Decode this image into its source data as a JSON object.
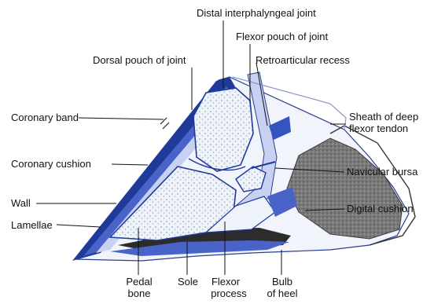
{
  "labels": {
    "distal_interphalyngeal_joint": "Distal interphalyngeal joint",
    "flexor_pouch_of_joint": "Flexor pouch of joint",
    "dorsal_pouch_of_joint": "Dorsal pouch of joint",
    "retroarticular_recess": "Retroarticular recess",
    "coronary_band": "Coronary band",
    "sheath_line1": "Sheath of deep",
    "sheath_line2": "flexor tendon",
    "coronary_cushion": "Coronary cushion",
    "navicular_bursa": "Navicular bursa",
    "wall": "Wall",
    "digital_cushion": "Digital cushion",
    "lamellae": "Lamellae",
    "pedal_line1": "Pedal",
    "pedal_line2": "bone",
    "sole": "Sole",
    "flexor_line1": "Flexor",
    "flexor_line2": "process",
    "bulb_line1": "Bulb",
    "bulb_line2": "of heel"
  },
  "colors": {
    "blue_dark": "#1f3a99",
    "blue_mid": "#4a63c8",
    "blue_light": "#c9d1f2",
    "bone_fill": "#e9eef8",
    "cushion_dark": "#6f6f6f",
    "leader": "#111111"
  }
}
